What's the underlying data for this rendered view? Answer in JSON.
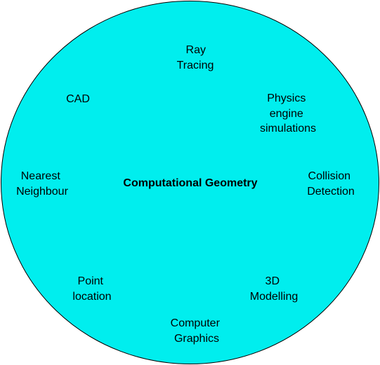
{
  "diagram": {
    "center": "Computational Geometry",
    "fill_color": "#00eeee",
    "stroke_color": "#000000",
    "topics": {
      "ray_tracing": [
        "Ray",
        "Tracing"
      ],
      "cad": [
        "CAD"
      ],
      "physics": [
        "Physics",
        "engine",
        "simulations"
      ],
      "nearest_neighbour": [
        "Nearest",
        "Neighbour"
      ],
      "collision": [
        "Collision",
        "Detection"
      ],
      "point_location": [
        "Point",
        "location"
      ],
      "modelling_3d": [
        "3D",
        "Modelling"
      ],
      "computer_graphics": [
        "Computer",
        "Graphics"
      ]
    }
  }
}
